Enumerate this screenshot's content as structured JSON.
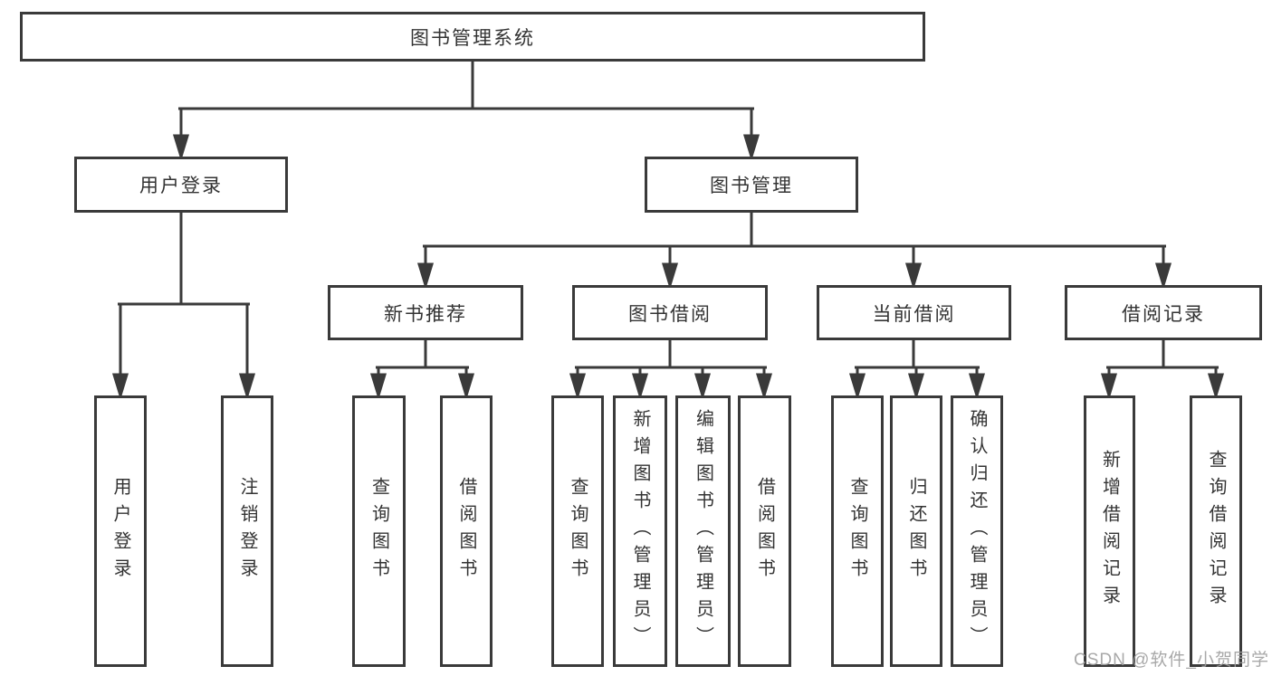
{
  "diagram": {
    "root": {
      "label": "图书管理系统"
    },
    "level2": {
      "user_login": {
        "label": "用户登录"
      },
      "book_management": {
        "label": "图书管理"
      }
    },
    "level3": {
      "new_book_recommend": {
        "label": "新书推荐"
      },
      "book_borrow": {
        "label": "图书借阅"
      },
      "current_borrow": {
        "label": "当前借阅"
      },
      "borrow_records": {
        "label": "借阅记录"
      }
    },
    "leaves": {
      "user_login": {
        "label": "用户登录"
      },
      "logout": {
        "label": "注销登录"
      },
      "newrec_query_books": {
        "label": "查询图书"
      },
      "newrec_borrow_books": {
        "label": "借阅图书"
      },
      "borrow_query_books": {
        "label": "查询图书"
      },
      "borrow_add_books": {
        "label": "新增图书（管理员）"
      },
      "borrow_edit_books": {
        "label": "编辑图书（管理员）"
      },
      "borrow_borrow_books": {
        "label": "借阅图书"
      },
      "current_query_books": {
        "label": "查询图书"
      },
      "current_return_books": {
        "label": "归还图书"
      },
      "current_confirm_return": {
        "label": "确认归还（管理员）"
      },
      "records_add_record": {
        "label": "新增借阅记录"
      },
      "records_query_record": {
        "label": "查询借阅记录"
      }
    }
  },
  "watermark": {
    "text": "CSDN @软件_小贺同学"
  },
  "colors": {
    "line": "#3a3a3a",
    "text": "#333333",
    "watermark": "#9e9e9e",
    "background": "#ffffff"
  }
}
